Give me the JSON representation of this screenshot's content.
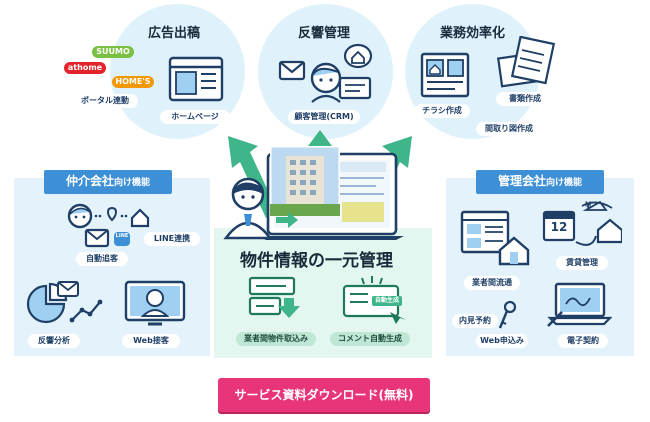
{
  "top": {
    "ad": {
      "title": "広告出稿",
      "portal_label": "ポータル連動",
      "homepage_label": "ホームページ",
      "logos": {
        "suumo": "SUUMO",
        "athome": "athome",
        "homes": "HOME'S"
      }
    },
    "response": {
      "title": "反響管理",
      "crm_label": "顧客管理(CRM)"
    },
    "efficiency": {
      "title": "業務効率化",
      "flyer_label": "チラシ作成",
      "docs_label": "書類作成",
      "floorplan_label": "間取り図作成"
    }
  },
  "left_panel": {
    "title": "仲介会社",
    "title_suffix": "向け機能",
    "items": {
      "line": "LINE連携",
      "auto_chase": "自動追客",
      "analysis": "反響分析",
      "web_service": "Web接客"
    },
    "line_badge": "LINE"
  },
  "center_panel": {
    "title": "物件情報の一元管理",
    "items": {
      "import": "業者間物件取込み",
      "comment": "コメント自動生成"
    },
    "auto_badge": "自動生成"
  },
  "right_panel": {
    "title": "管理会社",
    "title_suffix": "向け機能",
    "items": {
      "b2b": "業者間流通",
      "rent": "賃貸管理",
      "viewing": "内見予約",
      "web_apply": "Web申込み",
      "e_contract": "電子契約"
    },
    "calendar_day": "12",
    "currency": "¥"
  },
  "cta": {
    "label": "サービス資料ダウンロード(無料)"
  },
  "colors": {
    "accent_blue": "#3d8fd6",
    "bubble": "#dff1fb",
    "green": "#3fb58a",
    "cta": "#e8357a",
    "dark_line": "#1f3f66"
  }
}
